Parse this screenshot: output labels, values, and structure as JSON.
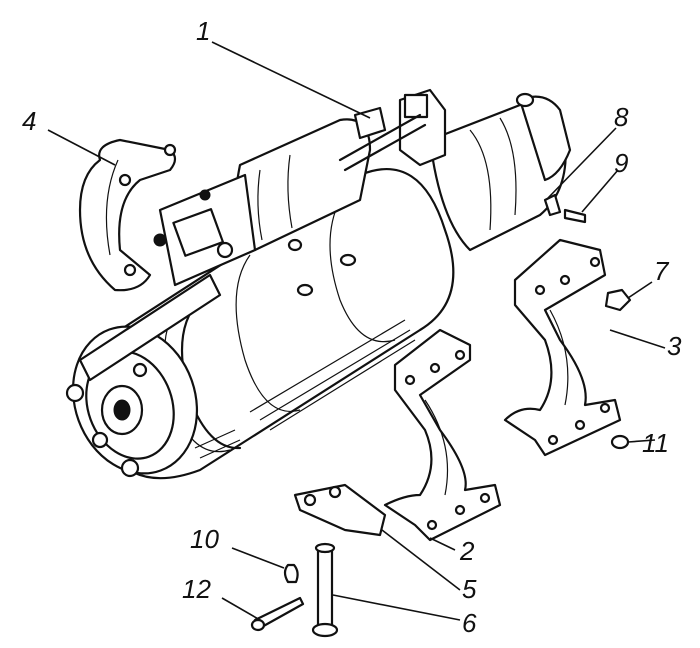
{
  "figure": {
    "callouts": [
      {
        "id": "callout-1",
        "label": "1"
      },
      {
        "id": "callout-2",
        "label": "2"
      },
      {
        "id": "callout-3",
        "label": "3"
      },
      {
        "id": "callout-4",
        "label": "4"
      },
      {
        "id": "callout-5",
        "label": "5"
      },
      {
        "id": "callout-6",
        "label": "6"
      },
      {
        "id": "callout-7",
        "label": "7"
      },
      {
        "id": "callout-8",
        "label": "8"
      },
      {
        "id": "callout-9",
        "label": "9"
      },
      {
        "id": "callout-10",
        "label": "10"
      },
      {
        "id": "callout-11",
        "label": "11"
      },
      {
        "id": "callout-12",
        "label": "12"
      }
    ]
  }
}
